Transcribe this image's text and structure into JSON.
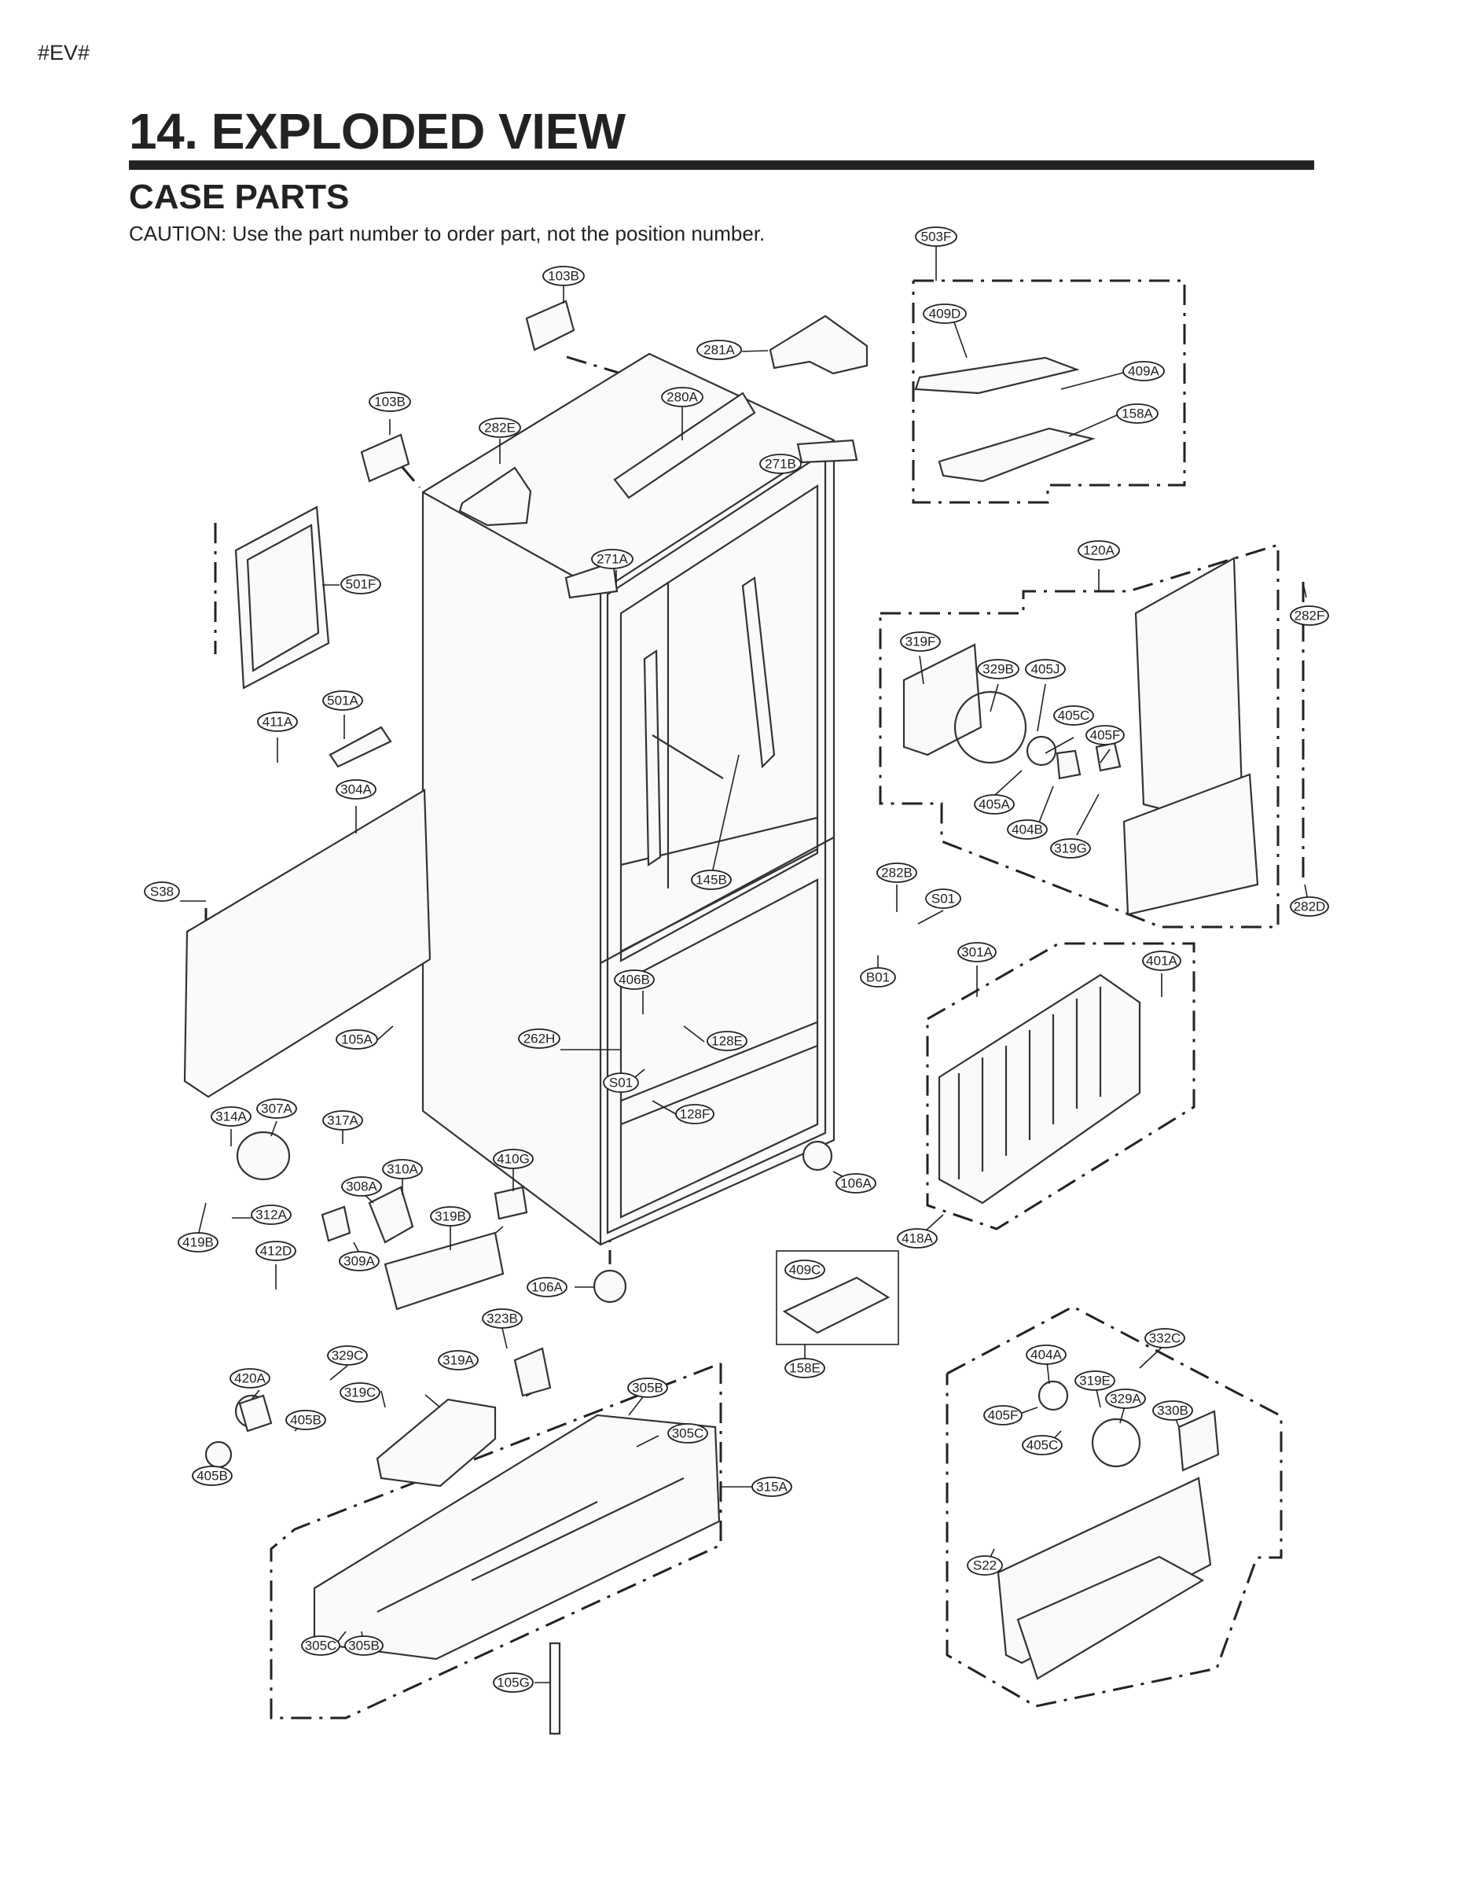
{
  "header": {
    "doc_code": "#EV#",
    "title": "14. EXPLODED VIEW",
    "subtitle": "CASE PARTS",
    "caution": "CAUTION: Use the part number to order part, not the position number."
  },
  "callouts": [
    "503F",
    "103B",
    "281A",
    "409D",
    "409A",
    "280A",
    "158A",
    "103B",
    "282E",
    "271B",
    "271A",
    "120A",
    "282F",
    "501F",
    "319F",
    "329B",
    "405J",
    "405C",
    "405F",
    "501A",
    "411A",
    "405A",
    "404B",
    "319G",
    "304A",
    "282B",
    "S01",
    "145B",
    "282D",
    "S38",
    "301A",
    "401A",
    "B01",
    "406B",
    "262H",
    "128E",
    "105A",
    "S01",
    "128F",
    "314A",
    "307A",
    "317A",
    "106A",
    "410G",
    "310A",
    "308A",
    "312A",
    "319B",
    "418A",
    "419B",
    "412D",
    "309A",
    "409C",
    "106A",
    "323B",
    "158E",
    "332C",
    "329C",
    "319A",
    "404A",
    "420A",
    "319C",
    "305B",
    "319E",
    "405B",
    "329A",
    "405F",
    "330B",
    "305C",
    "405C",
    "315A",
    "405B",
    "S22",
    "305C",
    "305B",
    "105G"
  ]
}
